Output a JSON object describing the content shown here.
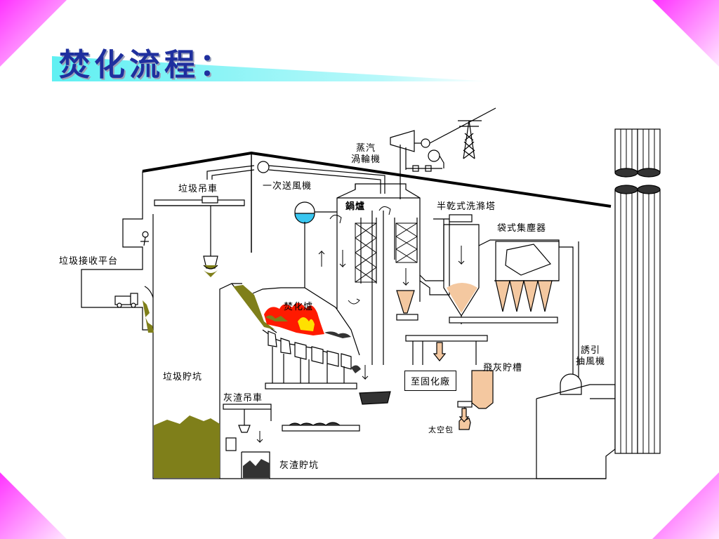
{
  "slide": {
    "title": "焚化流程："
  },
  "labels": {
    "turbine": [
      "蒸汽",
      "渦輪機"
    ],
    "crane": "垃圾吊車",
    "primary_fan": "一次送風機",
    "boiler": "鍋爐",
    "scrubber": "半乾式洗滌塔",
    "baghouse": "袋式集塵器",
    "receiving_platform": "垃圾接收平台",
    "incinerator": "焚化爐",
    "induced_fan": [
      "誘引",
      "抽風機"
    ],
    "fly_ash_tank": "飛灰貯槽",
    "to_solidification": "至固化廠",
    "waste_pit": "垃圾貯坑",
    "ash_crane": "灰渣吊車",
    "jumbo_bag": "太空包",
    "ash_pit": "灰渣貯坑"
  },
  "colors": {
    "title": "#1f2f9e",
    "title_bar": "#5ff0f2",
    "corner": "#ff33ff",
    "waste": "#7f7f1a",
    "fire_red": "#ff1a00",
    "fire_yellow": "#ffe000",
    "ash": "#333333",
    "sand": "#f4c8a0",
    "water": "#39c6f0"
  }
}
